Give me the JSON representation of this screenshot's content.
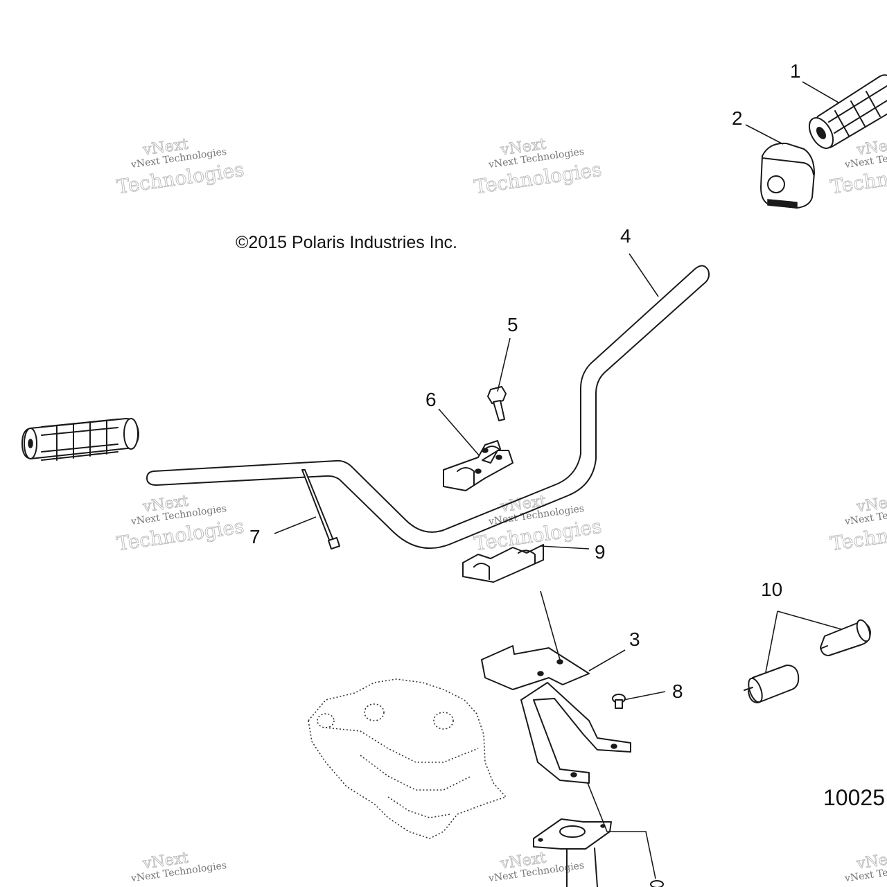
{
  "copyright": "©2015 Polaris Industries Inc.",
  "figure_number": "10025",
  "watermark": {
    "line1": "vNext",
    "line2": "vNext Technologies",
    "line3": "Technologies"
  },
  "callouts": [
    {
      "id": "1",
      "label": "1",
      "part": "right-hand-grip"
    },
    {
      "id": "2",
      "label": "2",
      "part": "throttle-housing"
    },
    {
      "id": "3",
      "label": "3",
      "part": "handlebar-mount-bracket"
    },
    {
      "id": "4",
      "label": "4",
      "part": "handlebar"
    },
    {
      "id": "5",
      "label": "5",
      "part": "clamp-bolt"
    },
    {
      "id": "6",
      "label": "6",
      "part": "upper-clamp"
    },
    {
      "id": "7",
      "label": "7",
      "part": "cable-tie"
    },
    {
      "id": "8",
      "label": "8",
      "part": "screw"
    },
    {
      "id": "9",
      "label": "9",
      "part": "lower-clamp"
    },
    {
      "id": "10",
      "label": "10",
      "part": "grip-plug"
    }
  ]
}
